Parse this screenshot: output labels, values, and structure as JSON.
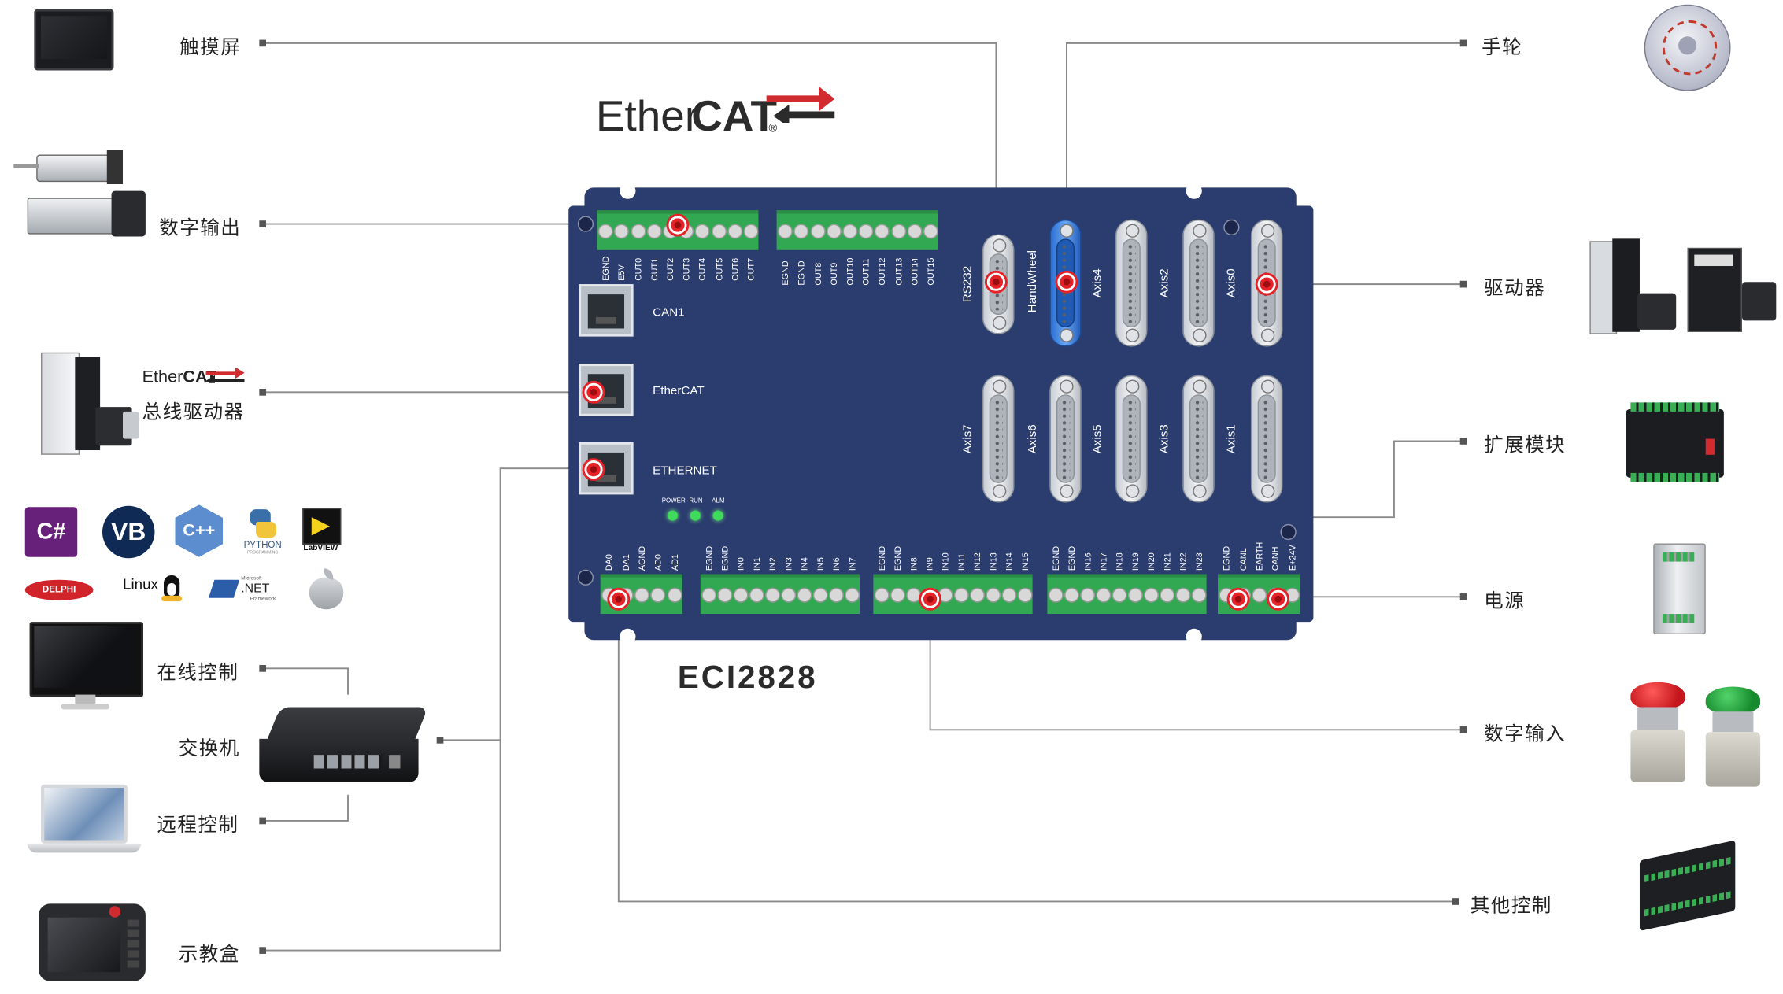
{
  "brand": {
    "ether": "Ether",
    "cat": "CAT",
    "reg": "®"
  },
  "model": "ECI2828",
  "left_labels": {
    "touchscreen": "触摸屏",
    "digital_output": "数字输出",
    "ethercat_logo": "EtherCAT",
    "bus_driver": "总线驱动器",
    "online_control": "在线控制",
    "switch": "交换机",
    "remote_control": "远程控制",
    "teach_pendant": "示教盒"
  },
  "right_labels": {
    "handwheel": "手轮",
    "driver": "驱动器",
    "expansion": "扩展模块",
    "power": "电源",
    "digital_input": "数字输入",
    "other_control": "其他控制"
  },
  "languages": {
    "csharp": "C#",
    "vb": "VB",
    "cpp": "C++",
    "python": "PYTHON",
    "python_sub": "PROGRAMMING",
    "labview": "LabVIEW",
    "delphi": "DELPHI",
    "linux": "Linux",
    "net_ms": "Microsoft",
    "net": ".NET",
    "net_fw": "Framework"
  },
  "board": {
    "ports": {
      "can1": "CAN1",
      "ethercat": "EtherCAT",
      "ethernet": "ETHERNET"
    },
    "leds": {
      "power": "POWER",
      "run": "RUN",
      "alm": "ALM"
    },
    "serial": {
      "rs232": "RS232",
      "handwheel": "HandWheel"
    },
    "axes_top": [
      "Axis4",
      "Axis2",
      "Axis0"
    ],
    "axes_bottom": [
      "Axis7",
      "Axis6",
      "Axis5",
      "Axis3",
      "Axis1"
    ],
    "tb_out1": [
      "EGND",
      "E5V",
      "OUT0",
      "OUT1",
      "OUT2",
      "OUT3",
      "OUT4",
      "OUT5",
      "OUT6",
      "OUT7"
    ],
    "tb_out2": [
      "EGND",
      "EGND",
      "OUT8",
      "OUT9",
      "OUT10",
      "OUT11",
      "OUT12",
      "OUT13",
      "OUT14",
      "OUT15"
    ],
    "tb_ad": [
      "DA0",
      "DA1",
      "AGND",
      "AD0",
      "AD1"
    ],
    "tb_in1": [
      "EGND",
      "EGND",
      "IN0",
      "IN1",
      "IN2",
      "IN3",
      "IN4",
      "IN5",
      "IN6",
      "IN7"
    ],
    "tb_in2": [
      "EGND",
      "EGND",
      "IN8",
      "IN9",
      "IN10",
      "IN11",
      "IN12",
      "IN13",
      "IN14",
      "IN15"
    ],
    "tb_in3": [
      "EGND",
      "EGND",
      "IN16",
      "IN17",
      "IN18",
      "IN19",
      "IN20",
      "IN21",
      "IN22",
      "IN23"
    ],
    "tb_pwr": [
      "EGND",
      "CANL",
      "EARTH",
      "CANH",
      "E+24V"
    ]
  },
  "colors": {
    "board": "#2b3c6e",
    "terminal": "#33a852",
    "marker": "#e52227",
    "wire": "#8a8a8a"
  }
}
